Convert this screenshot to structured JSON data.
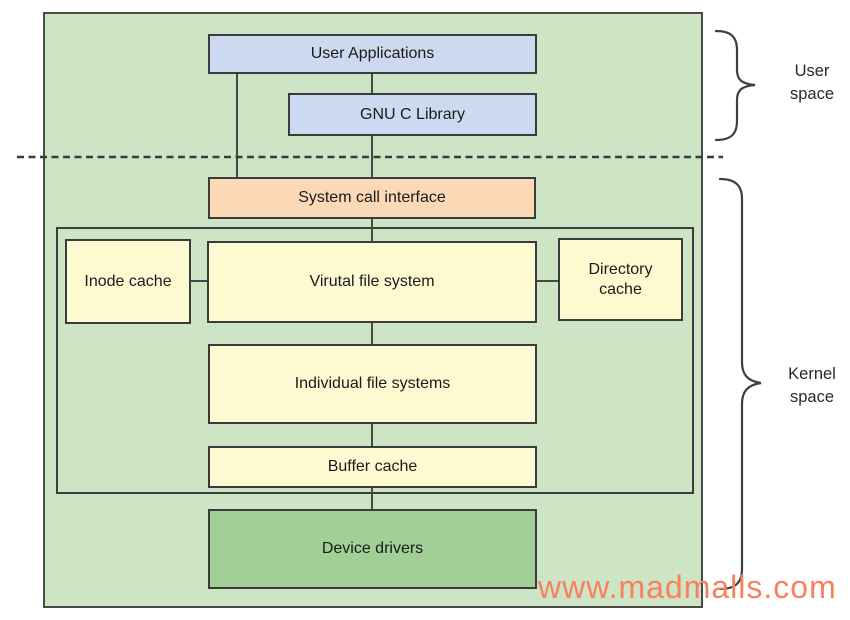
{
  "boxes": {
    "user_applications": "User Applications",
    "gnu_c_library": "GNU C Library",
    "system_call_interface": "System call interface",
    "inode_cache": "Inode cache",
    "virtual_file_system": "Virutal file system",
    "directory_cache": "Directory cache",
    "individual_file_systems": "Individual file systems",
    "buffer_cache": "Buffer cache",
    "device_drivers": "Device drivers"
  },
  "region_labels": {
    "user_space": "User space",
    "kernel_space": "Kernel space"
  },
  "watermark": "www.madmalls.com",
  "colors": {
    "page_background": "#ffffff",
    "outer_region_fill": "#cde4c5",
    "user_space_box_fill": "#ccd9f0",
    "system_call_fill": "#fbd9b6",
    "kernel_box_fill": "#fdfad2",
    "device_drivers_fill": "#a2cf96",
    "box_border": "#3b3b3b",
    "connector_line": "#474747",
    "watermark_text": "#f8805f"
  }
}
